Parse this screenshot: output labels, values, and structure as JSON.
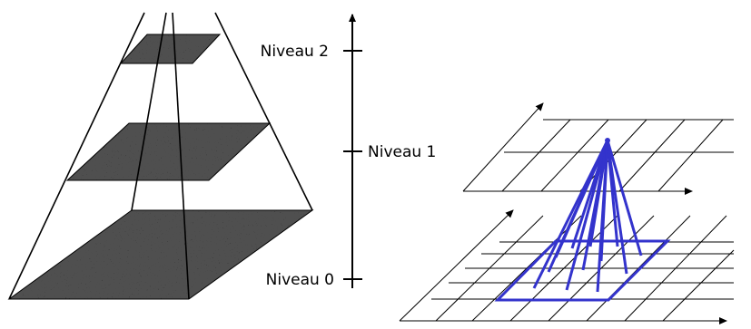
{
  "levels": {
    "level2": "Niveau 2",
    "level1": "Niveau 1",
    "level0": "Niveau 0"
  },
  "colors": {
    "ink": "#000000",
    "texture_dark": "#1e1e1e",
    "grid": "#000000",
    "kernel": "#3333cc"
  }
}
